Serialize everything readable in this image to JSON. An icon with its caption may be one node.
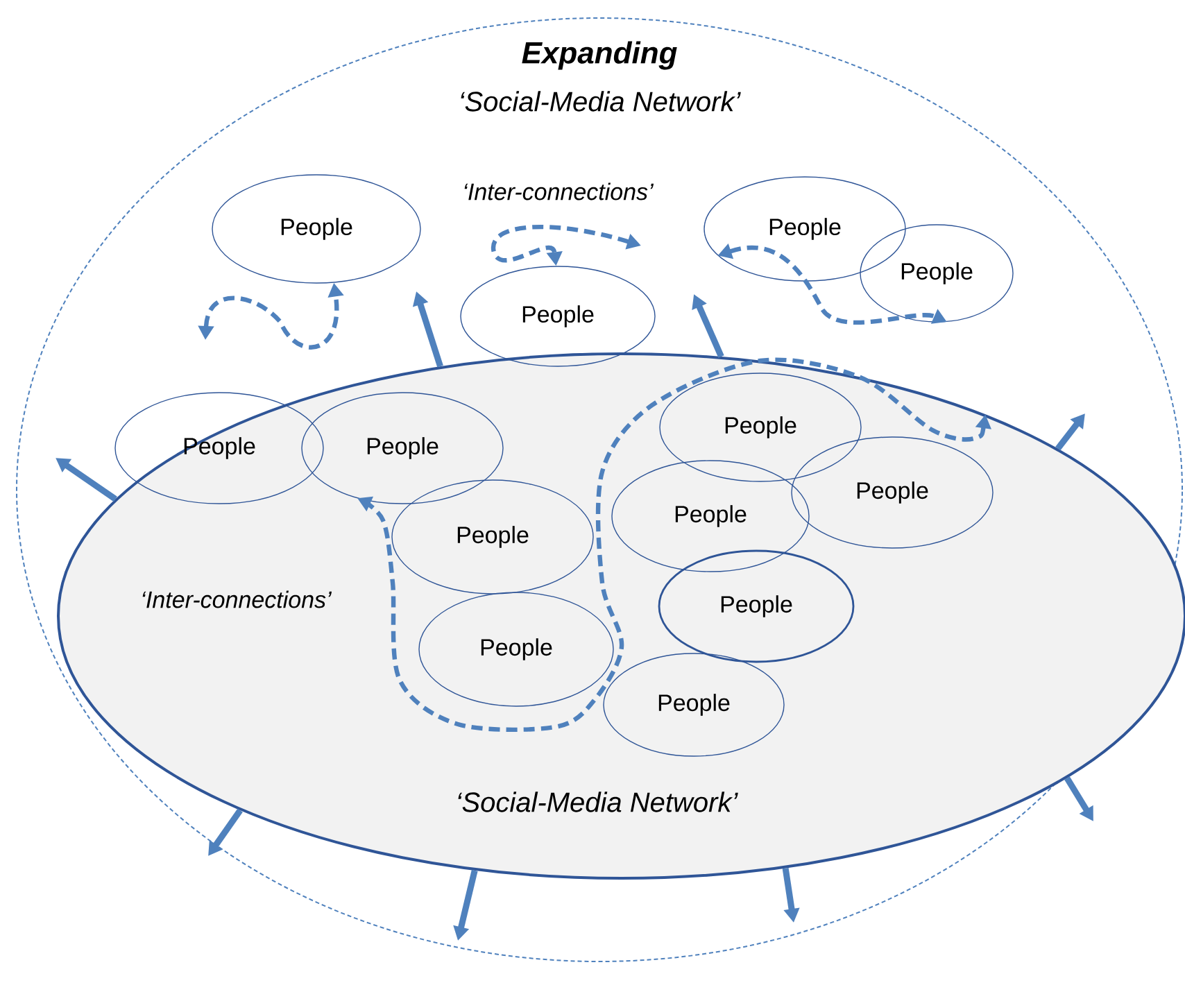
{
  "diagram": {
    "nodes": [
      {
        "text": [
          "Expanding",
          "‘Social-Media Network’"
        ]
      },
      {
        "text": [
          "‘Social-Media Network’"
        ],
        "in": 0
      },
      {
        "text": [
          "People"
        ],
        "in": 0
      },
      {
        "text": [
          "People"
        ],
        "in": 0
      },
      {
        "text": [
          "People"
        ],
        "in": 0
      },
      {
        "text": [
          "People"
        ],
        "in": 0
      },
      {
        "text": [
          "People"
        ],
        "in": 1
      },
      {
        "text": [
          "People"
        ],
        "in": 1
      },
      {
        "text": [
          "People"
        ],
        "in": 1
      },
      {
        "text": [
          "People"
        ],
        "in": 1
      },
      {
        "text": [
          "People"
        ],
        "in": 1
      },
      {
        "text": [
          "People"
        ],
        "in": 1
      },
      {
        "text": [
          "People"
        ],
        "in": 1
      },
      {
        "text": [
          "People"
        ],
        "in": 1
      },
      {
        "text": [
          "People"
        ],
        "in": 1
      }
    ],
    "edges": [
      {
        "from": null,
        "to": 2,
        "arrow": "both",
        "style": "dashed"
      },
      {
        "from": null,
        "to": 3,
        "arrow": "both",
        "style": "dashed"
      },
      {
        "from": 4,
        "to": 5,
        "arrow": "both",
        "style": "dashed"
      },
      {
        "from": 1,
        "to": 7,
        "arrow": "both",
        "style": "dashed"
      },
      {
        "from": 1,
        "to": null,
        "arrow": "to"
      },
      {
        "from": 1,
        "to": null,
        "arrow": "to"
      },
      {
        "from": 1,
        "to": null,
        "arrow": "to"
      },
      {
        "from": 1,
        "to": null,
        "arrow": "to"
      },
      {
        "from": 1,
        "to": null,
        "arrow": "to"
      },
      {
        "from": 1,
        "to": null,
        "arrow": "to"
      },
      {
        "from": 1,
        "to": null,
        "arrow": "to"
      },
      {
        "from": 1,
        "to": null,
        "arrow": "to"
      }
    ],
    "labels": [
      "‘Inter-connections’",
      "‘Inter-connections’"
    ]
  }
}
